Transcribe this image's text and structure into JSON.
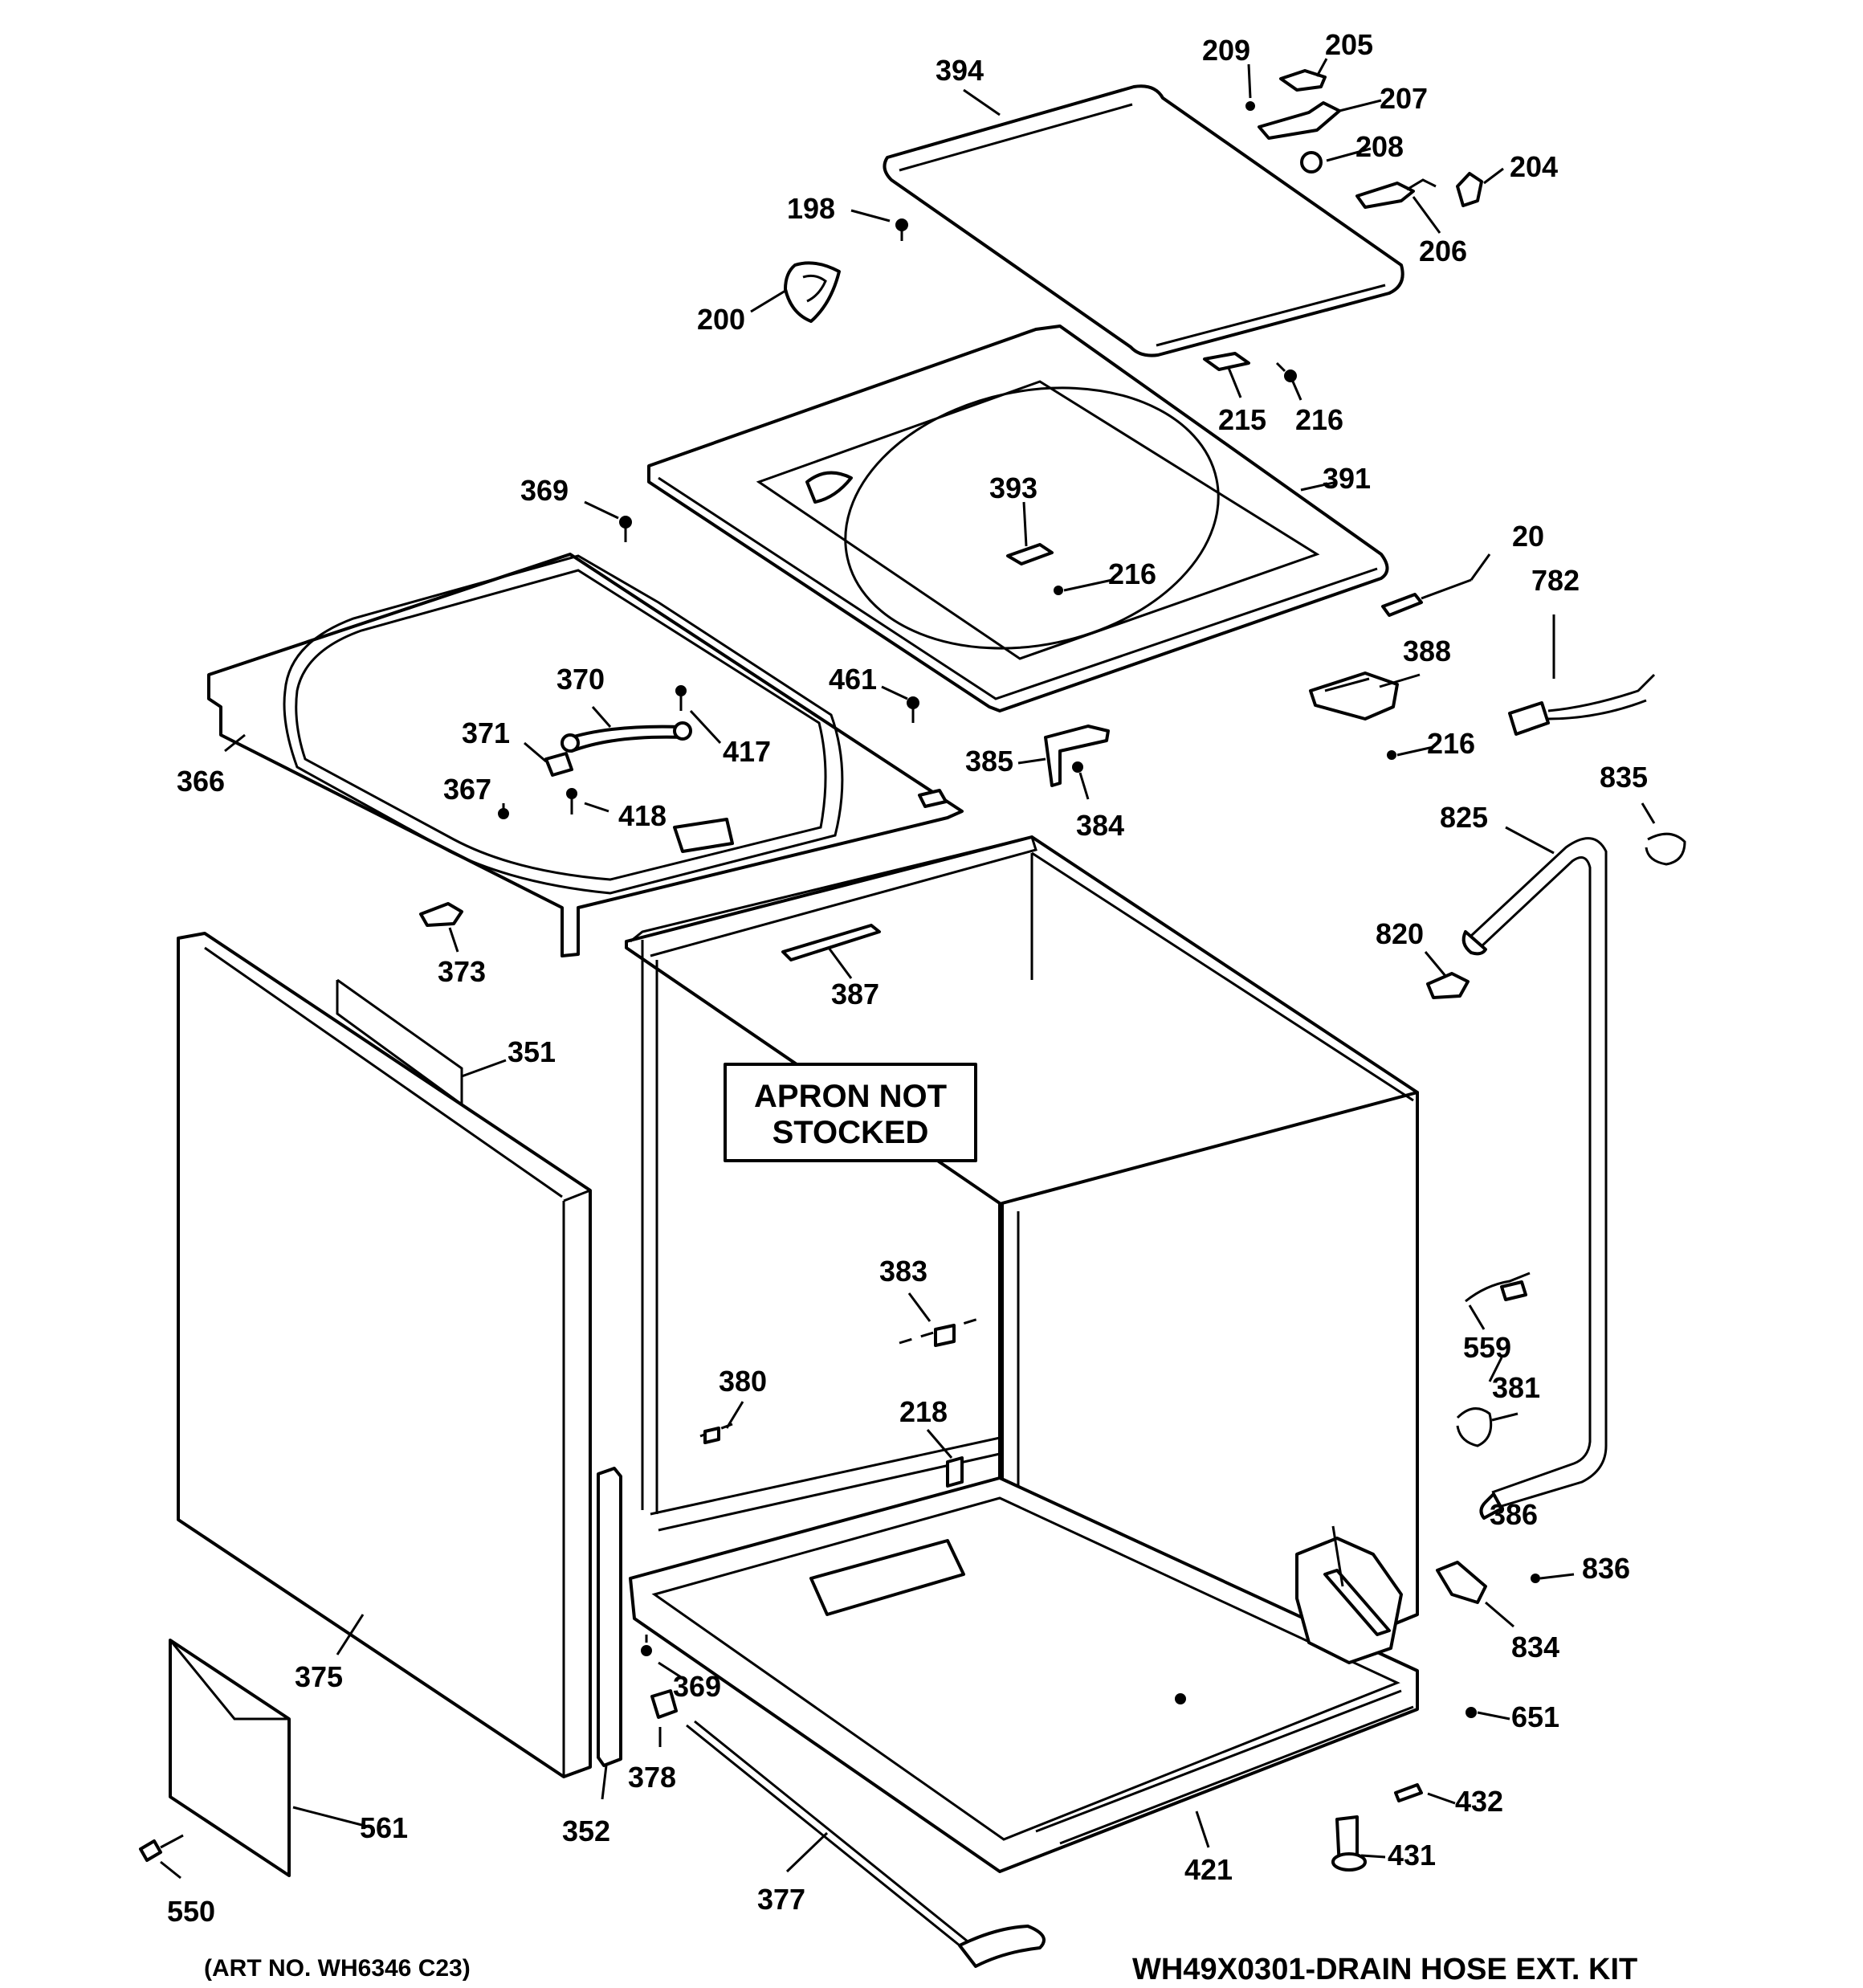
{
  "diagram": {
    "apron_note": [
      "APRON NOT",
      "STOCKED"
    ],
    "art_number": "(ART NO. WH6346 C23)",
    "kit_note": "WH49X0301-DRAIN HOSE EXT. KIT"
  },
  "callouts": [
    "394",
    "209",
    "205",
    "207",
    "208",
    "204",
    "206",
    "198",
    "200",
    "215",
    "216",
    "391",
    "393",
    "216",
    "20",
    "782",
    "369",
    "370",
    "371",
    "417",
    "367",
    "418",
    "366",
    "461",
    "388",
    "216",
    "385",
    "384",
    "835",
    "825",
    "373",
    "387",
    "820",
    "351",
    "383",
    "559",
    "381",
    "380",
    "218",
    "386",
    "836",
    "834",
    "375",
    "369",
    "651",
    "378",
    "432",
    "561",
    "352",
    "421",
    "431",
    "377",
    "550"
  ]
}
